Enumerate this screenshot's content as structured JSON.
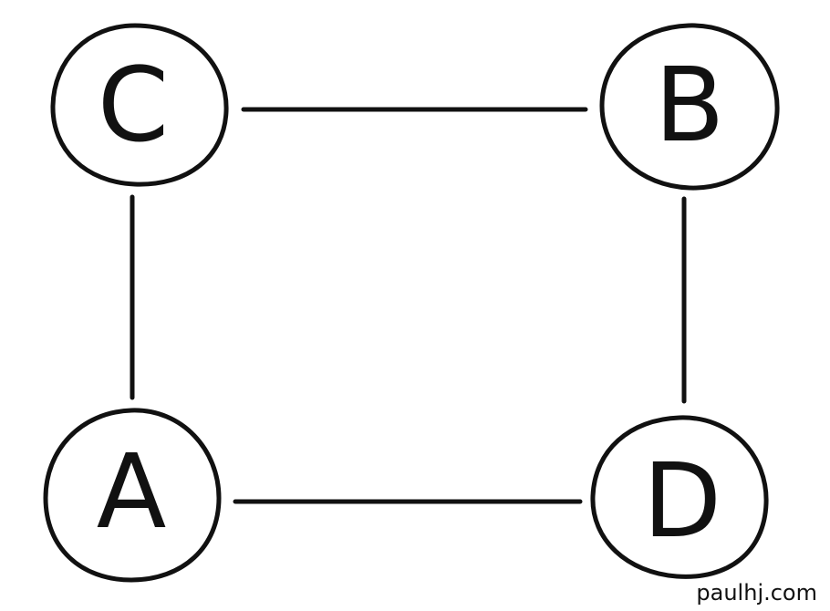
{
  "diagram": {
    "nodes": [
      {
        "id": "C",
        "label": "C"
      },
      {
        "id": "B",
        "label": "B"
      },
      {
        "id": "A",
        "label": "A"
      },
      {
        "id": "D",
        "label": "D"
      }
    ],
    "edges": [
      {
        "from": "C",
        "to": "B"
      },
      {
        "from": "C",
        "to": "A"
      },
      {
        "from": "B",
        "to": "D"
      },
      {
        "from": "A",
        "to": "D"
      }
    ]
  },
  "watermark": "paulhj.com"
}
